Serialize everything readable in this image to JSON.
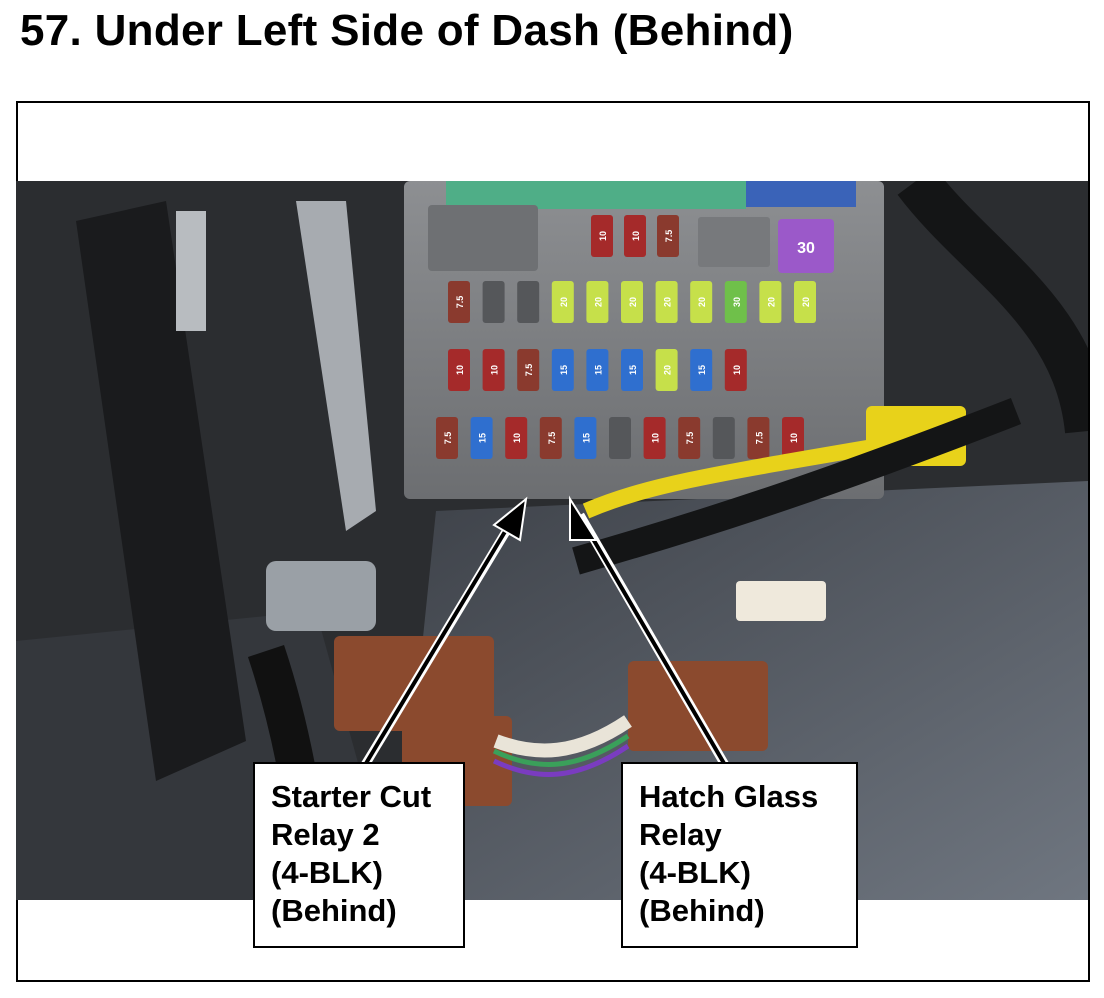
{
  "title": "57.  Under Left Side of Dash (Behind)",
  "callouts": [
    {
      "lines": [
        "Starter Cut",
        "Relay 2",
        "(4-BLK)",
        "(Behind)"
      ]
    },
    {
      "lines": [
        "Hatch Glass",
        "Relay",
        "(4-BLK)",
        "(Behind)"
      ]
    }
  ],
  "fuses": {
    "row1": [
      "10",
      "10",
      "7.5"
    ],
    "row2": [
      "7.5",
      "",
      "",
      "20",
      "20",
      "20",
      "20",
      "20",
      "30",
      "20",
      "20"
    ],
    "row3": [
      "10",
      "10",
      "7.5",
      "15",
      "15",
      "15",
      "20",
      "15",
      "10"
    ],
    "row4": [
      "7.5",
      "15",
      "10",
      "7.5",
      "15",
      "",
      "10",
      "7.5",
      "",
      "7.5",
      "10"
    ],
    "maxi": "30"
  },
  "colors": {
    "fuse_7_5": "#8a3a2e",
    "fuse_10": "#a52a2a",
    "fuse_15": "#2f6fcf",
    "fuse_20": "#c6e04a",
    "fuse_30": "#6fc04a",
    "maxi_fuse": "#9b59c9",
    "connector_brown": "#8b4a2e",
    "wire_yellow": "#e8d21a"
  }
}
